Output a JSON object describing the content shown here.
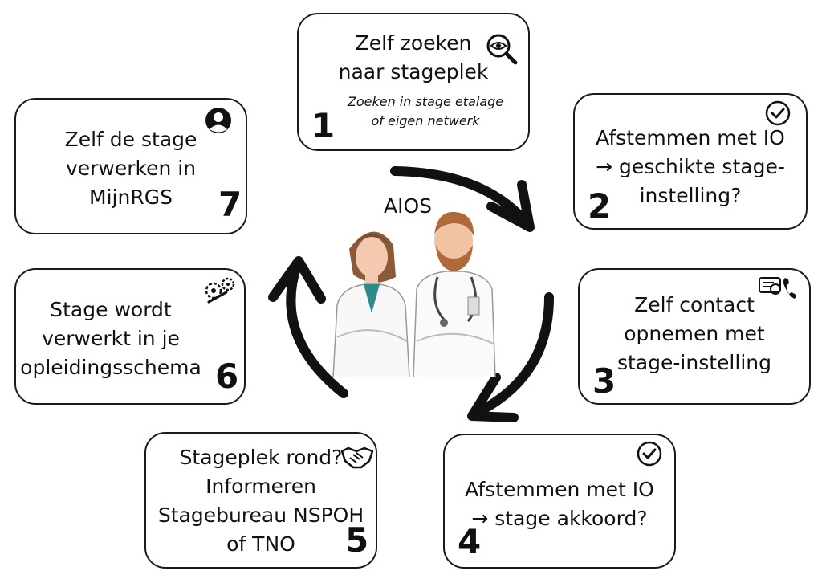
{
  "center": {
    "label": "AIOS"
  },
  "steps": [
    {
      "number": "1",
      "title": "Zelf zoeken\nnaar stageplek",
      "subtitle": "Zoeken in stage etalage\nof eigen netwerk",
      "icon": "search-eye-icon"
    },
    {
      "number": "2",
      "title": "Afstemmen met IO\n→ geschikte stage-\ninstelling?",
      "icon": "check-circle-icon"
    },
    {
      "number": "3",
      "title": "Zelf contact\nopnemen met\nstage-instelling",
      "icon": "phone-message-icon"
    },
    {
      "number": "4",
      "title": "Afstemmen met IO\n→ stage akkoord?",
      "icon": "check-circle-icon"
    },
    {
      "number": "5",
      "title": "Stageplek rond?\nInformeren\nStagebureau NSPOH\nof TNO",
      "icon": "handshake-icon"
    },
    {
      "number": "6",
      "title": "Stage wordt\nverwerkt in je\nopleidingsschema",
      "icon": "gears-pencil-icon"
    },
    {
      "number": "7",
      "title": "Zelf de stage\nverwerken in\nMijnRGS",
      "icon": "user-circle-icon"
    }
  ]
}
